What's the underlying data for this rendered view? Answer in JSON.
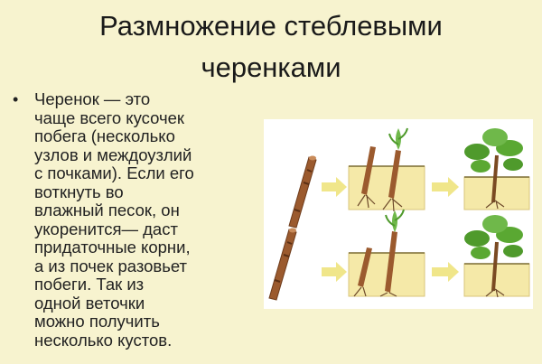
{
  "slide": {
    "title_lines": [
      "Размножение стеблевыми",
      "черенками"
    ],
    "bullet_lines": [
      "Черенок — это",
      "чаще всего кусочек",
      "побега (несколько",
      "узлов и междоузлий",
      "с почками). Если его",
      "воткнуть во",
      "влажный песок, он",
      "укоренится— даст",
      "придаточные корни,",
      "а из почек разовьет",
      "побеги. Так из",
      "одной веточки",
      "можно получить",
      "несколько кустов."
    ]
  },
  "colors": {
    "background": "#f7f3cf",
    "sand": "#f5e9a8",
    "stem": "#9b5a2e",
    "arrow": "#f0e68a",
    "leaf": "#4f9a2c"
  },
  "icons": {
    "bullet": "•",
    "arrows": "right-arrow-icon"
  }
}
